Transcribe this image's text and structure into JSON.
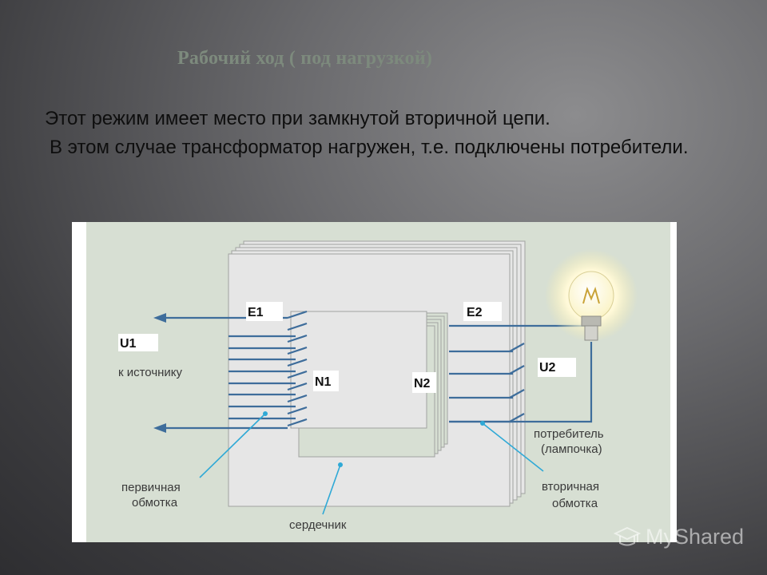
{
  "slide": {
    "title": "Рабочий ход ( под нагрузкой)",
    "paragraph1": "Этот режим имеет место при замкнутой вторичной цепи.",
    "paragraph2": "В этом случае трансформатор нагружен, т.е. подключены потребители."
  },
  "diagram": {
    "labels": {
      "e1": "E1",
      "e2": "E2",
      "u1": "U1",
      "u2": "U2",
      "n1": "N1",
      "n2": "N2",
      "to_source": "к источнику",
      "consumer_line1": "потребитель",
      "consumer_line2": "(лампочка)",
      "primary_line1": "первичная",
      "primary_line2": "обмотка",
      "secondary_line1": "вторичная",
      "secondary_line2": "обмотка",
      "core": "сердечник"
    },
    "colors": {
      "background": "#d7dfd3",
      "core": "#e6e6e6",
      "wire": "#3e6d9b",
      "leader": "#2fa9d6"
    }
  },
  "watermark": {
    "text": "MyShared",
    "icon": "mortarboard-icon"
  }
}
